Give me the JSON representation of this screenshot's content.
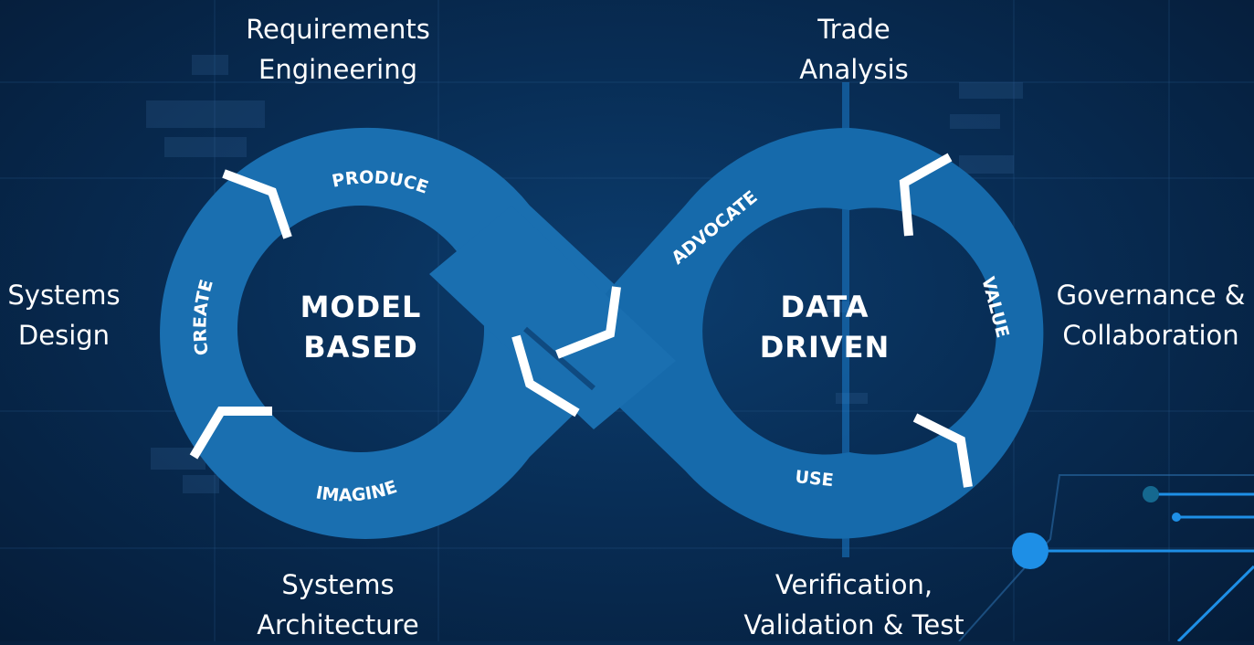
{
  "labels": {
    "requirements": "Requirements\nEngineering",
    "trade": "Trade\nAnalysis",
    "systems_design": "Systems\nDesign",
    "governance": "Governance &\nCollaboration",
    "systems_architecture": "Systems\nArchitecture",
    "verification": "Verification,\nValidation & Test"
  },
  "centers": {
    "left": "MODEL\nBASED",
    "right": "DATA\nDRIVEN"
  },
  "stages": {
    "produce": "PRODUCE",
    "create": "CREATE",
    "imagine": "IMAGINE",
    "advocate": "ADVOCATE",
    "value": "VALUE",
    "use": "USE"
  },
  "colors": {
    "background": "#082d55",
    "loop_left": "#1a6fb0",
    "loop_right": "#166aab",
    "accent": "#1e8fe6"
  },
  "icons": {
    "arrows": "white-chevron-arrows",
    "nodes": "circuit-nodes"
  }
}
